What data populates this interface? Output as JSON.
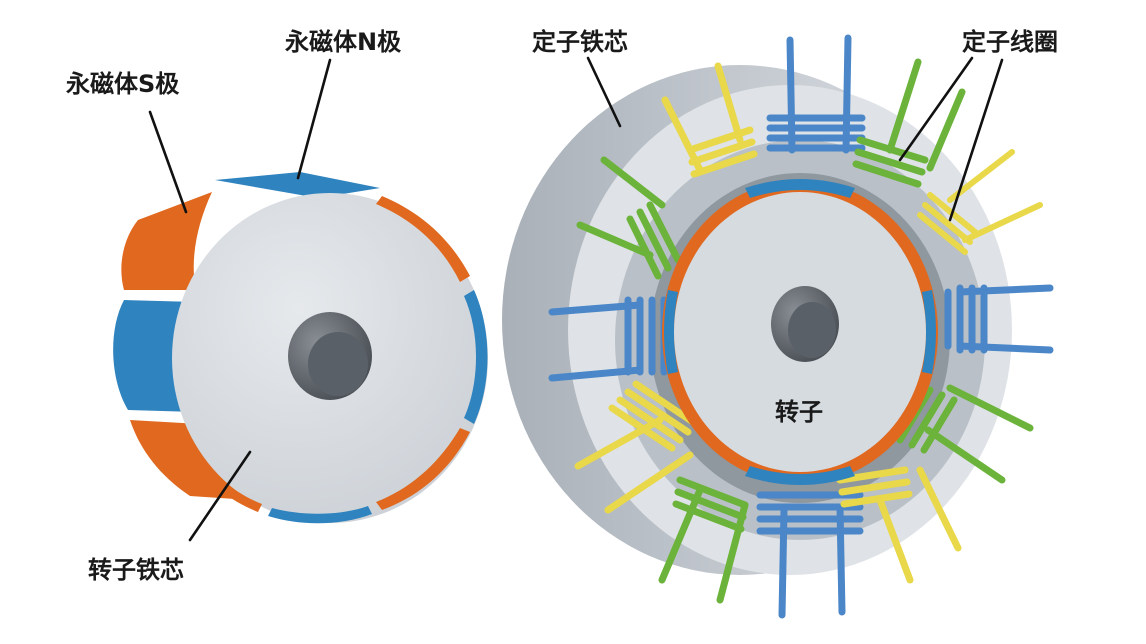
{
  "labels": {
    "magnet_s": "永磁体S极",
    "magnet_n": "永磁体N极",
    "rotor_core": "转子铁芯",
    "stator_core": "定子铁芯",
    "stator_coil": "定子线圈",
    "rotor": "转子"
  },
  "colors": {
    "magnet_orange": "#e0691f",
    "magnet_blue": "#2f83bf",
    "core_grey": "#d6dbe0",
    "coil_yellow": "#e8d84a",
    "coil_green": "#6bb33a",
    "coil_blue": "#4a86c8"
  }
}
